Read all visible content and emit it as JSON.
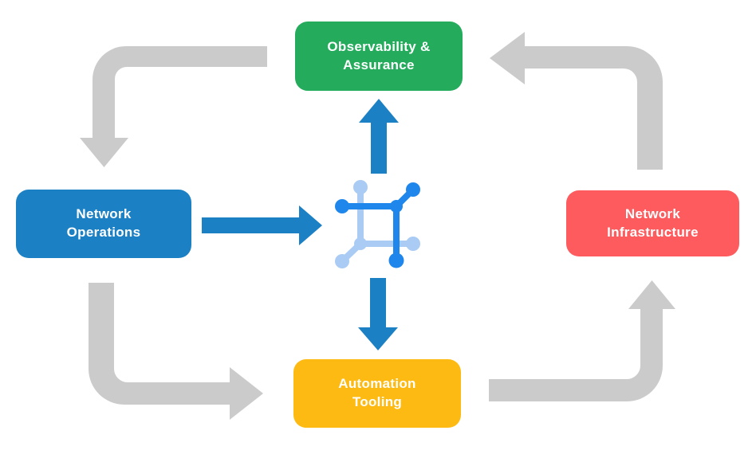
{
  "diagram": {
    "type": "cycle-flow-diagram",
    "nodes": [
      {
        "id": "observability-assurance",
        "label": "Observability & Assurance",
        "color": "#24AC5C"
      },
      {
        "id": "network-operations",
        "label": "Network Operations",
        "color": "#1C81C4"
      },
      {
        "id": "network-infrastructure",
        "label": "Network Infrastructure",
        "color": "#FD5B5D"
      },
      {
        "id": "automation-tooling",
        "label": "Automation Tooling",
        "color": "#FDBA12"
      }
    ],
    "center_icon": "network-mesh-icon",
    "flows": [
      {
        "from": "observability-assurance",
        "to": "network-operations",
        "style": "gray-elbow"
      },
      {
        "from": "network-operations",
        "to": "automation-tooling",
        "style": "gray-elbow"
      },
      {
        "from": "automation-tooling",
        "to": "network-infrastructure",
        "style": "gray-elbow"
      },
      {
        "from": "network-infrastructure",
        "to": "observability-assurance",
        "style": "gray-elbow"
      },
      {
        "from": "network-operations",
        "to": "center-icon",
        "style": "blue-straight"
      },
      {
        "from": "center-icon",
        "to": "observability-assurance",
        "style": "blue-straight"
      },
      {
        "from": "center-icon",
        "to": "automation-tooling",
        "style": "blue-straight"
      }
    ],
    "colors": {
      "box_green": "#24AC5C",
      "box_blue": "#1C81C4",
      "box_red": "#FD5B5D",
      "box_yellow": "#FDBA12",
      "arrow_gray": "#CBCBCB",
      "arrow_blue": "#1C81C4",
      "icon_blue_dark": "#1F87EC",
      "icon_blue_light": "#A9CBF4",
      "label_text": "#FFFFFF"
    }
  }
}
